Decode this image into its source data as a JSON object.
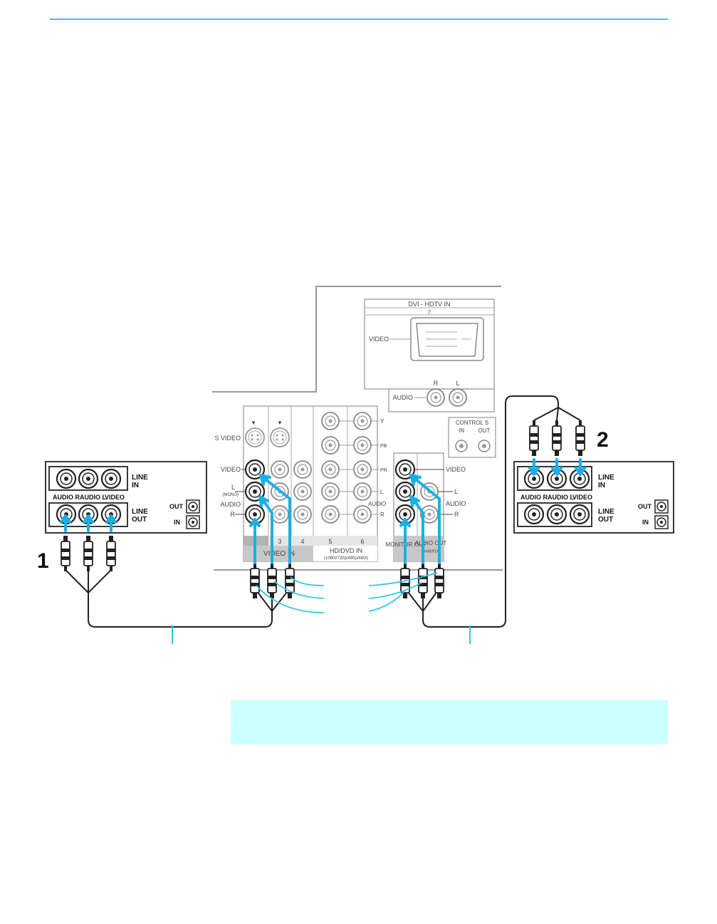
{
  "tv_panel": {
    "dvi_title": "DVI - HDTV  IN",
    "dvi_number": "7",
    "video": "VIDEO",
    "audio": "AUDIO",
    "r": "R",
    "l": "L",
    "control_s": "CONTROL S",
    "in": "IN",
    "out": "OUT",
    "s_video": "S VIDEO",
    "mono": "(MONO)",
    "col_3": "3",
    "col_4": "4",
    "col_5": "5",
    "col_6": "6",
    "video_in": "VIDEO IN",
    "hd_dvd_in": "HD/DVD IN",
    "hd_formats": "(1080i/720p/480p/480i)",
    "y": "Y",
    "pb": "PB",
    "pr": "PR",
    "monitor_out": "MONITOR OUT",
    "audio_out": "AUDIO OUT",
    "var_fix": "(VAR/FIX)"
  },
  "device_left": {
    "line_in": [
      "LINE",
      "IN"
    ],
    "line_out": [
      "LINE",
      "OUT"
    ],
    "audio_r": "AUDIO R",
    "audio_l": "AUDIO L",
    "video": "VIDEO",
    "out": "OUT",
    "in": "IN"
  },
  "device_right": {
    "line_in": [
      "LINE",
      "IN"
    ],
    "line_out": [
      "LINE",
      "OUT"
    ],
    "audio_r": "AUDIO R",
    "audio_l": "AUDIO L",
    "video": "VIDEO",
    "out": "OUT",
    "in": "IN"
  },
  "step_1": "1",
  "step_2": "2",
  "colors": {
    "accent": "#33c7e8",
    "arrow": "#1ab0e6",
    "note_bg": "#ccffff",
    "panel_fill": "#c8c8c8"
  }
}
